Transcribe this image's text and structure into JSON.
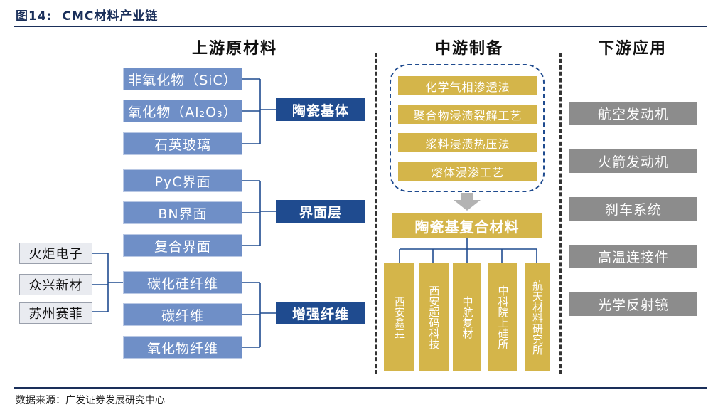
{
  "figure": {
    "number": "图14:",
    "title": "CMC材料产业链"
  },
  "source": "数据来源：广发证券发展研究中心",
  "columns": {
    "upstream": "上游原材料",
    "midstream": "中游制备",
    "downstream": "下游应用"
  },
  "upstream": {
    "groups": [
      {
        "label": "陶瓷基体",
        "items": [
          "非氧化物（SiC）",
          "氧化物（Al₂O₃）",
          "石英玻璃"
        ]
      },
      {
        "label": "界面层",
        "items": [
          "PyC界面",
          "BN界面",
          "复合界面"
        ]
      },
      {
        "label": "增强纤维",
        "items": [
          "碳化硅纤维",
          "碳纤维",
          "氧化物纤维"
        ]
      }
    ],
    "suppliers": [
      "火炬电子",
      "众兴新材",
      "苏州赛菲"
    ]
  },
  "midstream": {
    "processes": [
      "化学气相渗透法",
      "聚合物浸渍裂解工艺",
      "浆料浸渍热压法",
      "熔体浸渗工艺"
    ],
    "product": "陶瓷基复合材料",
    "companies": [
      "西安鑫垚",
      "西安超码科技",
      "中航复材",
      "中科院上硅所",
      "航天材料研究所"
    ]
  },
  "downstream": {
    "applications": [
      "航空发动机",
      "火箭发动机",
      "刹车系统",
      "高温连接件",
      "光学反射镜"
    ]
  },
  "colors": {
    "navy": "#1f4b8f",
    "blue": "#6f8fc7",
    "gold": "#d4b54a",
    "grey": "#8c8c8c"
  }
}
